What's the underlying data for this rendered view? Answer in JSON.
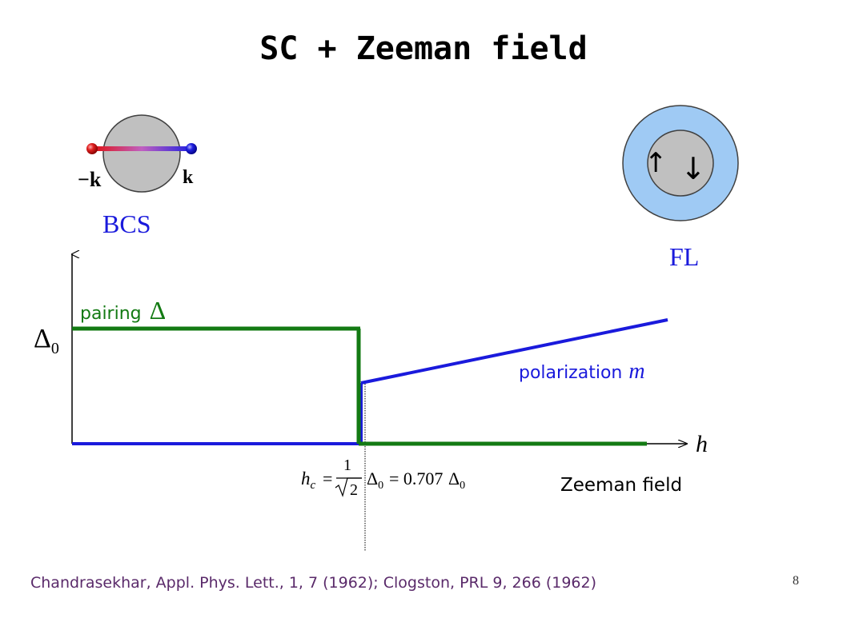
{
  "title": "SC + Zeeman field",
  "bcs": {
    "label": "BCS",
    "minus_k": "−k",
    "k": "k"
  },
  "fl": {
    "label": "FL",
    "spin_up": "↑",
    "spin_down": "↓"
  },
  "plot": {
    "delta0_label": "Δ",
    "delta0_sub": "0",
    "pairing_label": "pairing",
    "pairing_symbol": "Δ",
    "polarization_label": "polarization",
    "polarization_symbol": "m",
    "h_label": "h",
    "zeeman_label": "Zeeman field",
    "hc_formula": {
      "lhs_var": "h",
      "lhs_sub": "c",
      "eq1": "=",
      "frac_num": "1",
      "sqrt_arg": "2",
      "delta": "Δ",
      "delta_sub": "0",
      "eq2": "= 0.707",
      "delta2": "Δ",
      "delta2_sub": "0"
    }
  },
  "colors": {
    "pairing": "#137a13",
    "polarization": "#1a1adc",
    "fl_outer": "#9fcaf4",
    "bcs_sphere": "#c0c0c0",
    "citation": "#5a2a6a"
  },
  "citation": "Chandrasekhar, Appl. Phys. Lett., 1, 7 (1962);  Clogston, PRL 9, 266 (1962)",
  "slide_number": "8"
}
